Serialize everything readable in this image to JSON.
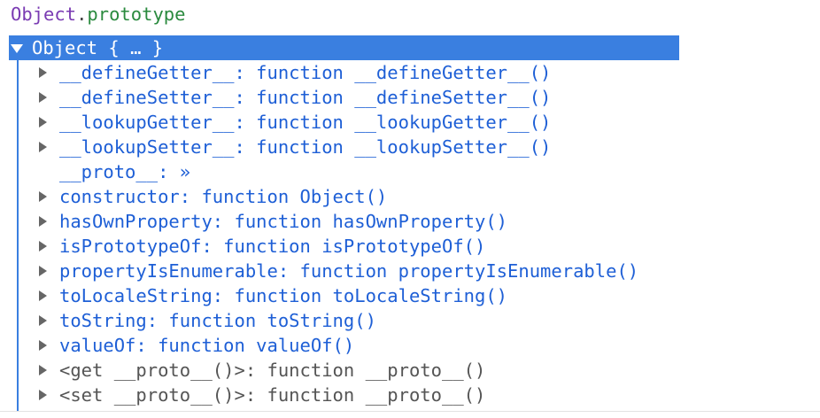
{
  "expression": {
    "object": "Object",
    "dot": ".",
    "property": "prototype"
  },
  "header": {
    "label": "Object { … }",
    "icon": "triangle-down-icon"
  },
  "rows": [
    {
      "text": "__defineGetter__: function __defineGetter__()",
      "expandable": true,
      "style": "plain"
    },
    {
      "text": "__defineSetter__: function __defineSetter__()",
      "expandable": true,
      "style": "plain"
    },
    {
      "text": "__lookupGetter__: function __lookupGetter__()",
      "expandable": true,
      "style": "plain"
    },
    {
      "text": "__lookupSetter__: function __lookupSetter__()",
      "expandable": true,
      "style": "plain"
    },
    {
      "text": "__proto__: »",
      "expandable": false,
      "style": "plain"
    },
    {
      "text": "constructor: function Object()",
      "expandable": true,
      "style": "plain"
    },
    {
      "text": "hasOwnProperty: function hasOwnProperty()",
      "expandable": true,
      "style": "plain"
    },
    {
      "text": "isPrototypeOf: function isPrototypeOf()",
      "expandable": true,
      "style": "plain"
    },
    {
      "text": "propertyIsEnumerable: function propertyIsEnumerable()",
      "expandable": true,
      "style": "plain"
    },
    {
      "text": "toLocaleString: function toLocaleString()",
      "expandable": true,
      "style": "plain"
    },
    {
      "text": "toString: function toString()",
      "expandable": true,
      "style": "plain"
    },
    {
      "text": "valueOf: function valueOf()",
      "expandable": true,
      "style": "plain"
    },
    {
      "text": "<get __proto__()>: function __proto__()",
      "expandable": true,
      "style": "gray"
    },
    {
      "text": "<set __proto__()>: function __proto__()",
      "expandable": true,
      "style": "gray"
    }
  ],
  "colors": {
    "header_bg": "#3a7fe0",
    "prop_text": "#1e5fd6",
    "accessor_text": "#555555",
    "expr_object": "#7a3bb3",
    "expr_property": "#2a8a3e"
  }
}
